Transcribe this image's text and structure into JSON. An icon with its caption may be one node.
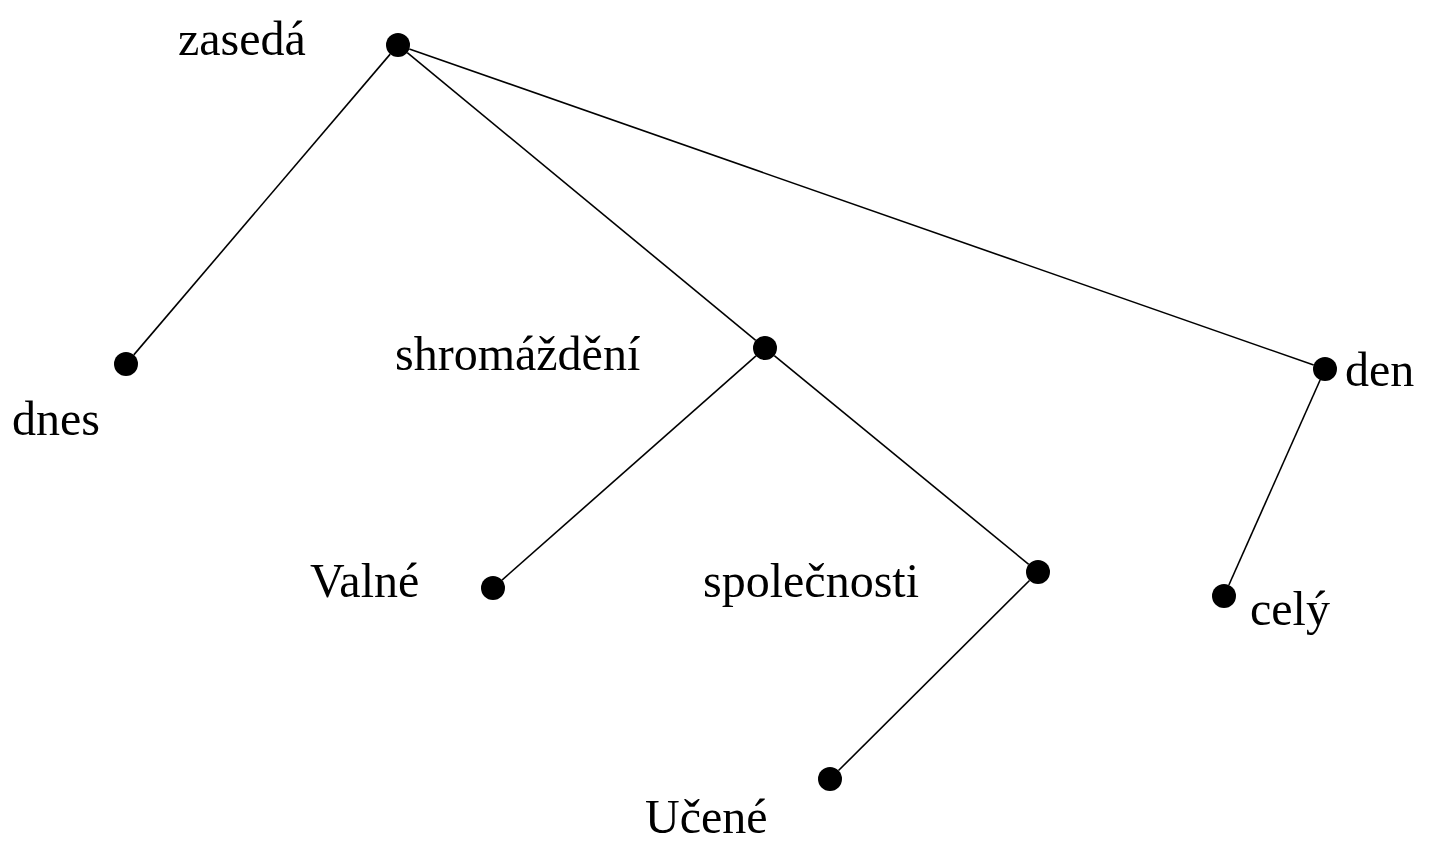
{
  "diagram": {
    "nodes": [
      {
        "text": [],
        "shape": "circle",
        "beside": [
          "zasedá"
        ]
      },
      {
        "text": [],
        "shape": "circle",
        "beside": [
          "dnes"
        ]
      },
      {
        "text": [],
        "shape": "circle",
        "beside": [
          "shromáždění"
        ]
      },
      {
        "text": [],
        "shape": "circle",
        "beside": [
          "den"
        ]
      },
      {
        "text": [],
        "shape": "circle",
        "beside": [
          "Valné"
        ]
      },
      {
        "text": [],
        "shape": "circle",
        "beside": [
          "společnosti"
        ]
      },
      {
        "text": [],
        "shape": "circle",
        "beside": [
          "celý"
        ]
      },
      {
        "text": [],
        "shape": "circle",
        "beside": [
          "Učené"
        ]
      }
    ],
    "edges": [
      {
        "from": 0,
        "to": 1,
        "arrow": "none"
      },
      {
        "from": 0,
        "to": 2,
        "arrow": "none"
      },
      {
        "from": 0,
        "to": 3,
        "arrow": "none"
      },
      {
        "from": 2,
        "to": 4,
        "arrow": "none"
      },
      {
        "from": 2,
        "to": 5,
        "arrow": "none"
      },
      {
        "from": 3,
        "to": 6,
        "arrow": "none"
      },
      {
        "from": 5,
        "to": 7,
        "arrow": "none"
      }
    ]
  }
}
